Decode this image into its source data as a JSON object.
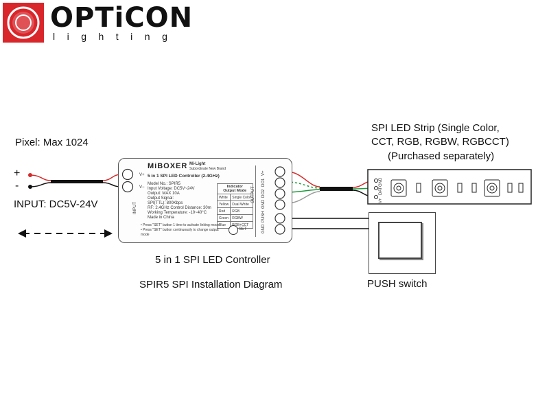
{
  "brand": {
    "name": "OPTiCON",
    "sub": "lighting",
    "logo_color": "#d9262b"
  },
  "labels": {
    "pixel": "Pixel: Max 1024",
    "input": "INPUT: DC5V-24V",
    "plus": "+",
    "minus": "-",
    "controller": "5 in 1 SPI LED Controller",
    "diagram_title": "SPIR5 SPI Installation Diagram",
    "strip_line1": "SPI LED Strip (Single Color,",
    "strip_line2": "CCT, RGB, RGBW, RGBCCT)",
    "strip_line3": "(Purchased separately)",
    "push_switch": "PUSH switch"
  },
  "device": {
    "brand": "MiBOXER",
    "brand_tag": "Mi-Light",
    "brand_tag2": "Subordinate New Brand",
    "model_title": "5 in 1 SPI LED Controller (2.4GHz)",
    "specs": [
      "Model No.: SPIR5",
      "Input Voltage: DC5V~24V",
      "Output: MAX 10A",
      "Output Signal:",
      "SPI(TTL): 800Kbps",
      "RF: 2.4GHz  Control Distance: 30m",
      "Working Temperature: -10~40°C",
      "Made in China"
    ],
    "notes": [
      "• Press \"SET\" button 1 time to activate linking mode",
      "• Press \"SET\" button continuously to change output",
      "  mode"
    ],
    "table_header": [
      "Indicator",
      "Output Mode"
    ],
    "table_rows": [
      [
        "White",
        "Single Color"
      ],
      [
        "Yellow",
        "Dual White"
      ],
      [
        "Red",
        "RGB"
      ],
      [
        "Green",
        "RGBW"
      ],
      [
        "Blue",
        "RGB+CCT"
      ]
    ],
    "input_v_plus": "V+",
    "input_v_minus": "V−",
    "input_label": "INPUT",
    "output_label": "OUTPUT",
    "set_label": "SET",
    "ports": [
      "V+",
      "DO1",
      "DO2",
      "GND",
      "PUSH",
      "GND"
    ]
  },
  "strip": {
    "pins": [
      "GND",
      "DAT",
      "V+"
    ]
  },
  "colors": {
    "wire_red": "#d62b2b",
    "wire_green": "#1e9a3a",
    "wire_black": "#111111",
    "wire_gray": "#9a9a9a"
  }
}
